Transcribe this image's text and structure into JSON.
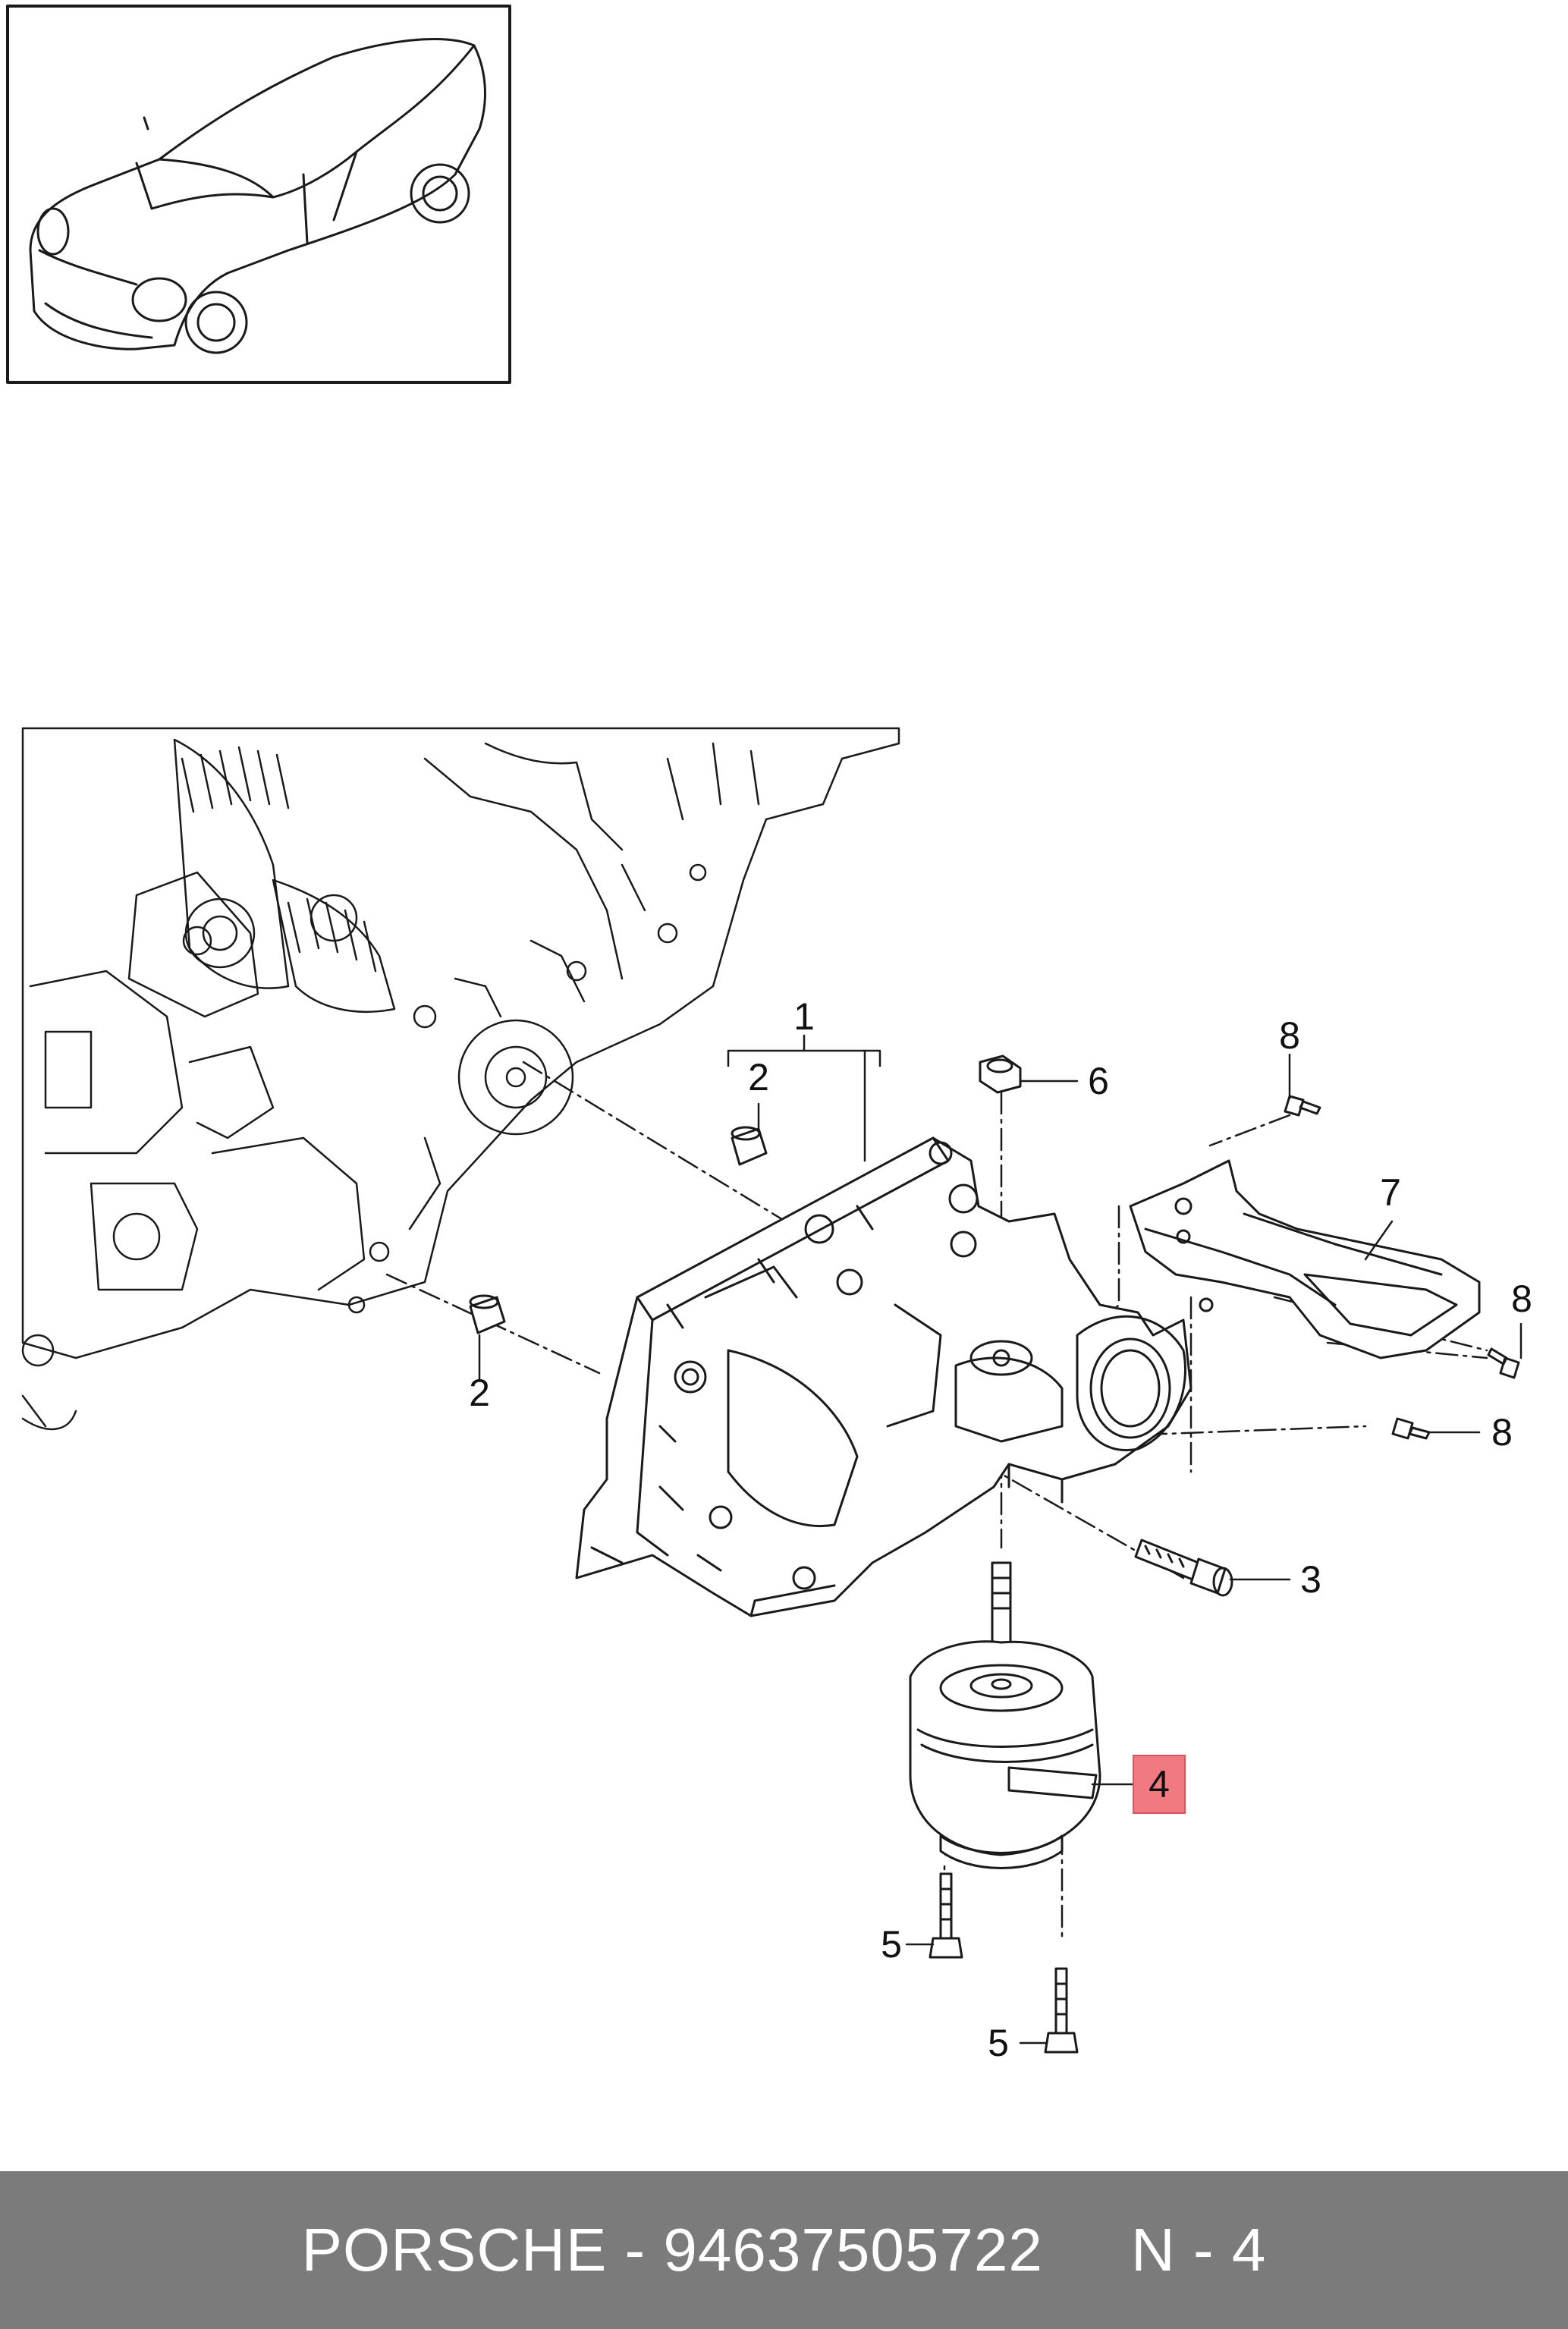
{
  "footer": {
    "brand": "PORSCHE",
    "sep1": " - ",
    "part_number": "94637505722",
    "gap": "     ",
    "ref": "N - 4"
  },
  "callouts": [
    {
      "id": "c1",
      "label": "1"
    },
    {
      "id": "c2a",
      "label": "2"
    },
    {
      "id": "c2b",
      "label": "2"
    },
    {
      "id": "c3",
      "label": "3"
    },
    {
      "id": "c4",
      "label": "4",
      "highlighted": true
    },
    {
      "id": "c5a",
      "label": "5"
    },
    {
      "id": "c5b",
      "label": "5"
    },
    {
      "id": "c6",
      "label": "6"
    },
    {
      "id": "c7",
      "label": "7"
    },
    {
      "id": "c8a",
      "label": "8"
    },
    {
      "id": "c8b",
      "label": "8"
    },
    {
      "id": "c8c",
      "label": "8"
    }
  ],
  "colors": {
    "line": "#1a1a1a",
    "footer_bg": "#7b7b7b",
    "highlight": "#f07a80"
  }
}
